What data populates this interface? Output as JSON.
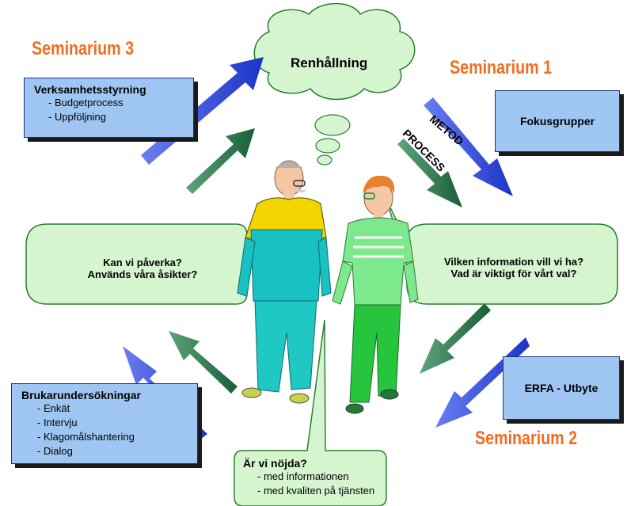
{
  "cloud": {
    "label": "Renhållning"
  },
  "seminars": {
    "s1": "Seminarium 1",
    "s2": "Seminarium 2",
    "s3": "Seminarium 3"
  },
  "arrow_labels": {
    "metod": "METOD",
    "process": "PROCESS"
  },
  "boxes": {
    "verksamhet": {
      "title": "Verksamhetsstyrning",
      "items": [
        "- Budgetprocess",
        "- Uppföljning"
      ]
    },
    "fokus": {
      "title": "Fokusgrupper"
    },
    "erfa": {
      "title": "ERFA - Utbyte"
    },
    "bruker": {
      "title": "Brukarundersökningar",
      "items": [
        "- Enkät",
        "- Intervju",
        "- Klagomålshantering",
        "- Dialog"
      ]
    }
  },
  "bubbles": {
    "left": {
      "line1": "Kan vi påverka?",
      "line2": "Används våra åsikter?"
    },
    "right": {
      "line1": "Vilken information vill vi ha?",
      "line2": "Vad är viktigt för vårt val?"
    },
    "bottom": {
      "title": "Är vi nöjda?",
      "items": [
        "- med informationen",
        "- med kvaliten på tjänsten"
      ]
    }
  },
  "colors": {
    "seminar": "#f26d21",
    "box_fill": "#9fc6f3",
    "bubble_fill": "#d5f5cf",
    "blue_arrow": "#2a48d8",
    "green_arrow": "#1f7a4a"
  }
}
